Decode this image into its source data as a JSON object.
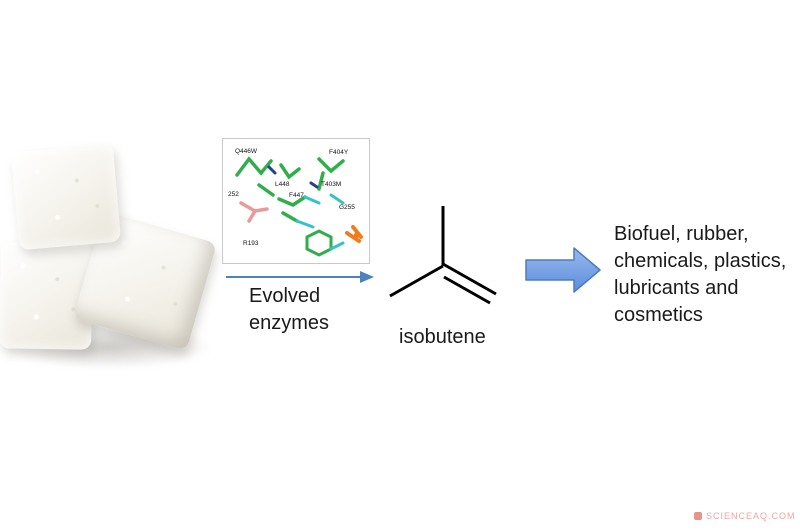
{
  "labels": {
    "evolved_lines": [
      "Evolved",
      "enzymes"
    ],
    "isobutene": "isobutene",
    "products_lines": [
      "Biofuel, rubber,",
      "chemicals, plastics,",
      "lubricants and",
      "cosmetics"
    ]
  },
  "enzyme_panel": {
    "residues": [
      "Q446W",
      "F404Y",
      "L448",
      "F447",
      "T403M",
      "G255",
      "252",
      "R193"
    ]
  },
  "watermark": {
    "text": "SCIENCEAQ.COM"
  },
  "colors": {
    "thin_arrow": "#4f81bd",
    "block_arrow_fill_top": "#96b9ee",
    "block_arrow_fill_bottom": "#5f8ede",
    "block_arrow_border": "#4a7ebb",
    "enzyme_green": "#2fae4a",
    "enzyme_cyan": "#35c4c4",
    "enzyme_salmon": "#e89a9a",
    "enzyme_orange": "#f07c1e",
    "structure_line": "#000000",
    "text": "#1a1a1a",
    "watermark": "#f1a59f"
  }
}
